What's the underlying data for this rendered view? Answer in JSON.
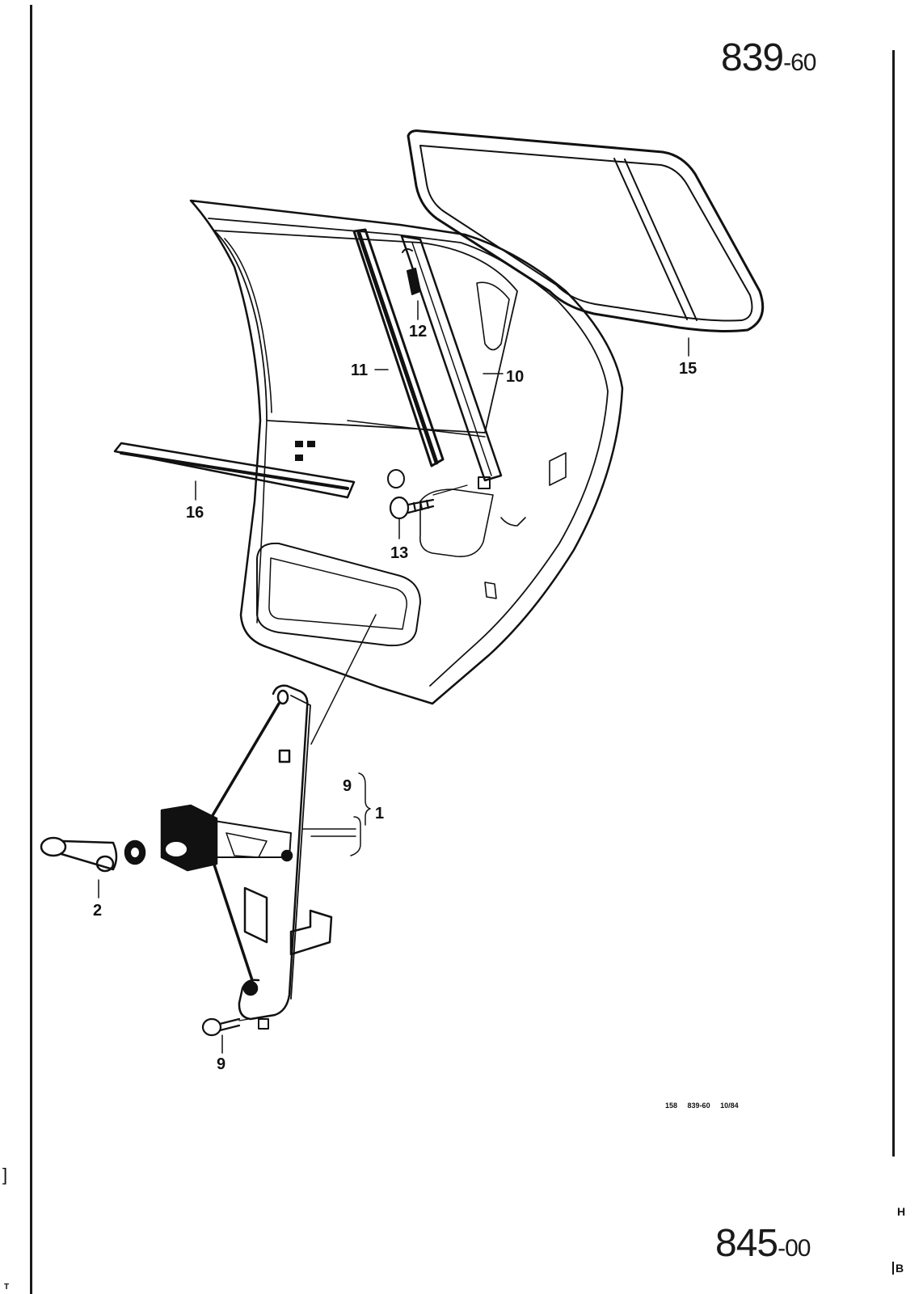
{
  "header": {
    "code_major": "839",
    "code_minor": "-60"
  },
  "footer": {
    "code_major": "845",
    "code_minor": "-00",
    "ref_a": "158",
    "ref_b": "839-60",
    "ref_c": "10/84"
  },
  "margin_marks": {
    "left_bracket": "]",
    "left_t": "T",
    "right_h": "H",
    "right_b": "B"
  },
  "callouts": {
    "c1": "1",
    "c2": "2",
    "c9a": "9",
    "c9b": "9",
    "c10": "10",
    "c11": "11",
    "c12": "12",
    "c13": "13",
    "c15": "15",
    "c16": "16"
  }
}
